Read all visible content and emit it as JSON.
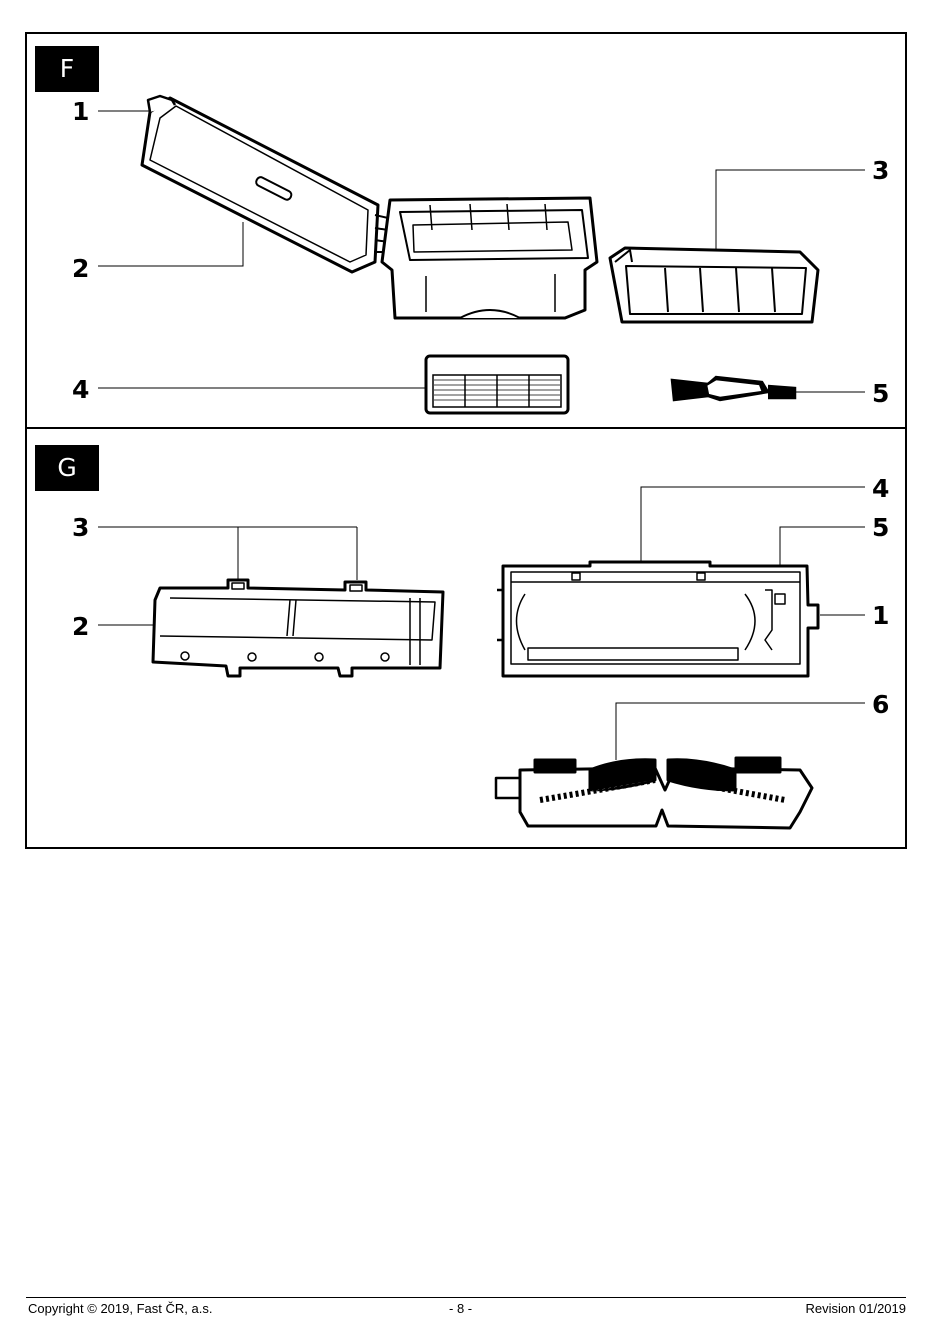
{
  "sections": [
    {
      "id": "F",
      "label": "F",
      "callouts": [
        "1",
        "2",
        "3",
        "4",
        "5"
      ]
    },
    {
      "id": "G",
      "label": "G",
      "callouts": [
        "3",
        "2",
        "4",
        "5",
        "1",
        "6"
      ]
    }
  ],
  "footer": {
    "copyright": "Copyright © 2019, Fast ČR, a.s.",
    "page": "- 8 -",
    "revision": "Revision 01/2019"
  }
}
